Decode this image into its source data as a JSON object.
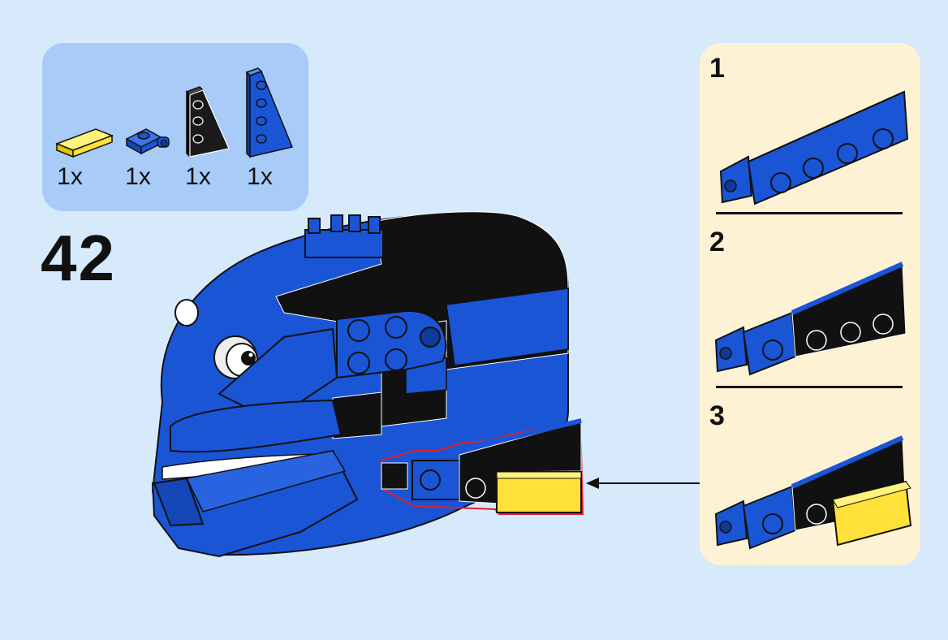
{
  "step": {
    "number": "42"
  },
  "parts": [
    {
      "qty": "1x",
      "icon": "yellow-tile-icon",
      "color": "#ffe13a"
    },
    {
      "qty": "1x",
      "icon": "blue-clip-plate-icon",
      "color": "#1a55d6"
    },
    {
      "qty": "1x",
      "icon": "black-wedge-plate-icon",
      "color": "#111111"
    },
    {
      "qty": "1x",
      "icon": "blue-wedge-plate-icon",
      "color": "#1a55d6"
    }
  ],
  "substeps": [
    {
      "label": "1"
    },
    {
      "label": "2"
    },
    {
      "label": "3"
    }
  ],
  "colors": {
    "background": "#d6eafc",
    "parts_panel": "#a8cbf7",
    "callout_panel": "#fdf3d4",
    "brick_blue": "#1a55d6",
    "brick_black": "#111111",
    "brick_yellow": "#ffe13a",
    "highlight_red": "#e0202a"
  }
}
